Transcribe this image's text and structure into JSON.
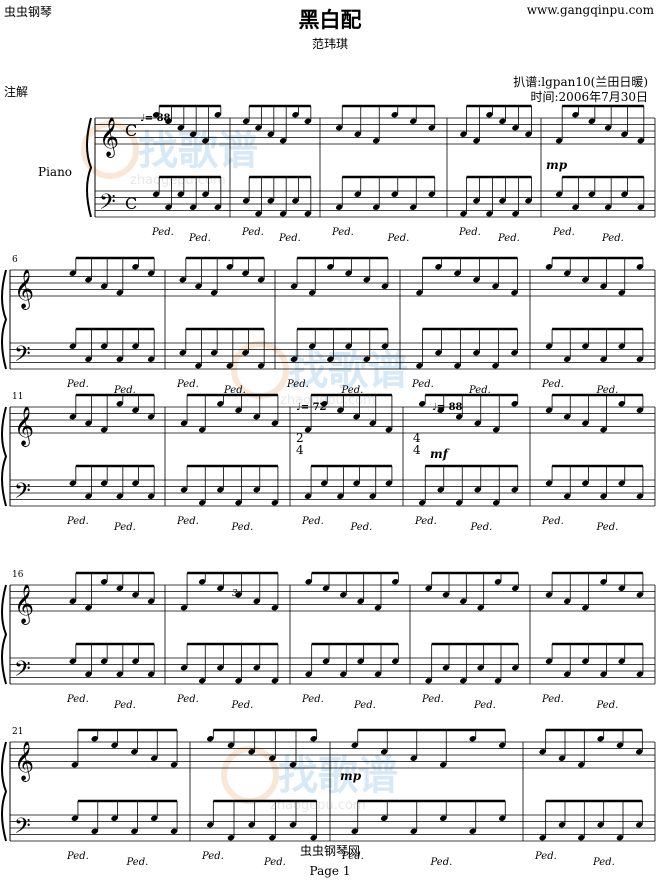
{
  "header": {
    "left_text": "虫虫钢琴",
    "right_url": "www.gangqinpu.com"
  },
  "title": "黑白配",
  "composer": "范玮琪",
  "notes_label": "注解",
  "transcriber": {
    "line1": "扒谱:lgpan10(兰田日暖)",
    "line2": "时间:2006年7月30日"
  },
  "instrument": "Piano",
  "watermark": {
    "text": "找歌谱",
    "url": "zhaogepu.com",
    "colors": [
      "#f2b98a",
      "#8fc3ea"
    ]
  },
  "score": {
    "tempo_marks": [
      "♩= 88",
      "♩= 72",
      "♩= 88"
    ],
    "dynamics": [
      "mp",
      "mf",
      "mp"
    ],
    "measure_numbers": [
      "6",
      "11",
      "16",
      "21"
    ],
    "pedal_mark": "Ped.",
    "triplet": "3",
    "time_signatures": [
      "C",
      "2/4",
      "4/4"
    ]
  },
  "footer": {
    "site": "虫虫钢琴网",
    "page": "Page 1"
  }
}
